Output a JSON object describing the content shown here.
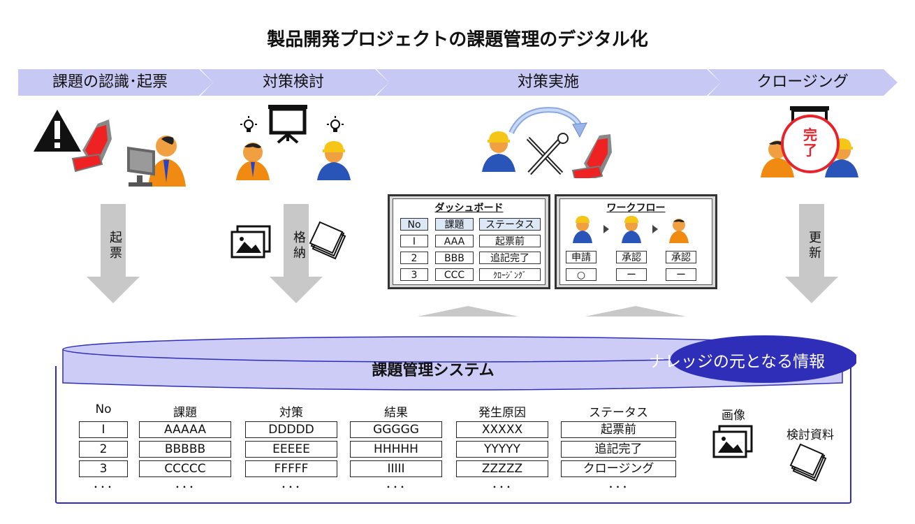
{
  "title": "製品開発プロジェクトの課題管理のデジタル化",
  "phases": [
    "課題の認識･起票",
    "対策検討",
    "対策実施",
    "クロージング"
  ],
  "arrows": {
    "left": "起票",
    "store": "格納",
    "right": "更新"
  },
  "done_badge": "完了",
  "dashboard": {
    "title": "ダッシュボード",
    "headers": [
      "No",
      "課題",
      "ステータス"
    ],
    "rows": [
      [
        "Ⅰ",
        "AAA",
        "起票前"
      ],
      [
        "2",
        "BBB",
        "追記完了"
      ],
      [
        "3",
        "CCC",
        "ｸﾛｰｼﾞﾝｸﾞ"
      ]
    ]
  },
  "workflow": {
    "title": "ワークフロー",
    "steps": [
      "申請",
      "承認",
      "承認"
    ],
    "marks": [
      "○",
      "ー",
      "ー"
    ]
  },
  "system": {
    "title": "課題管理システム",
    "badge": "ナレッジの元となる情報",
    "headers": [
      "No",
      "課題",
      "対策",
      "結果",
      "発生原因",
      "ステータス"
    ],
    "rows": [
      [
        "Ⅰ",
        "AAAAA",
        "DDDDD",
        "GGGGG",
        "XXXXX",
        "起票前"
      ],
      [
        "2",
        "BBBBB",
        "EEEEE",
        "HHHHH",
        "YYYYY",
        "追記完了"
      ],
      [
        "3",
        "CCCCC",
        "FFFFF",
        "IIIII",
        "ZZZZZ",
        "クロージング"
      ]
    ],
    "ellipsis": "･･･",
    "image_label": "画像",
    "docs_label": "検討資料"
  },
  "colors": {
    "phase_band": "#c8c8f5",
    "db_fill": "#ccccf7",
    "badge_fill": "#2e2eb8",
    "arrow_gray": "#c8c8c8",
    "done_red": "#e8222a"
  },
  "icons": [
    "warning-icon",
    "car-seat-icon",
    "worker-at-pc-icon",
    "lightbulb-icon",
    "presentation-board-icon",
    "worker-icon",
    "engineer-icon",
    "tools-icon",
    "cycle-arrow-icon",
    "image-icon",
    "documents-icon"
  ]
}
